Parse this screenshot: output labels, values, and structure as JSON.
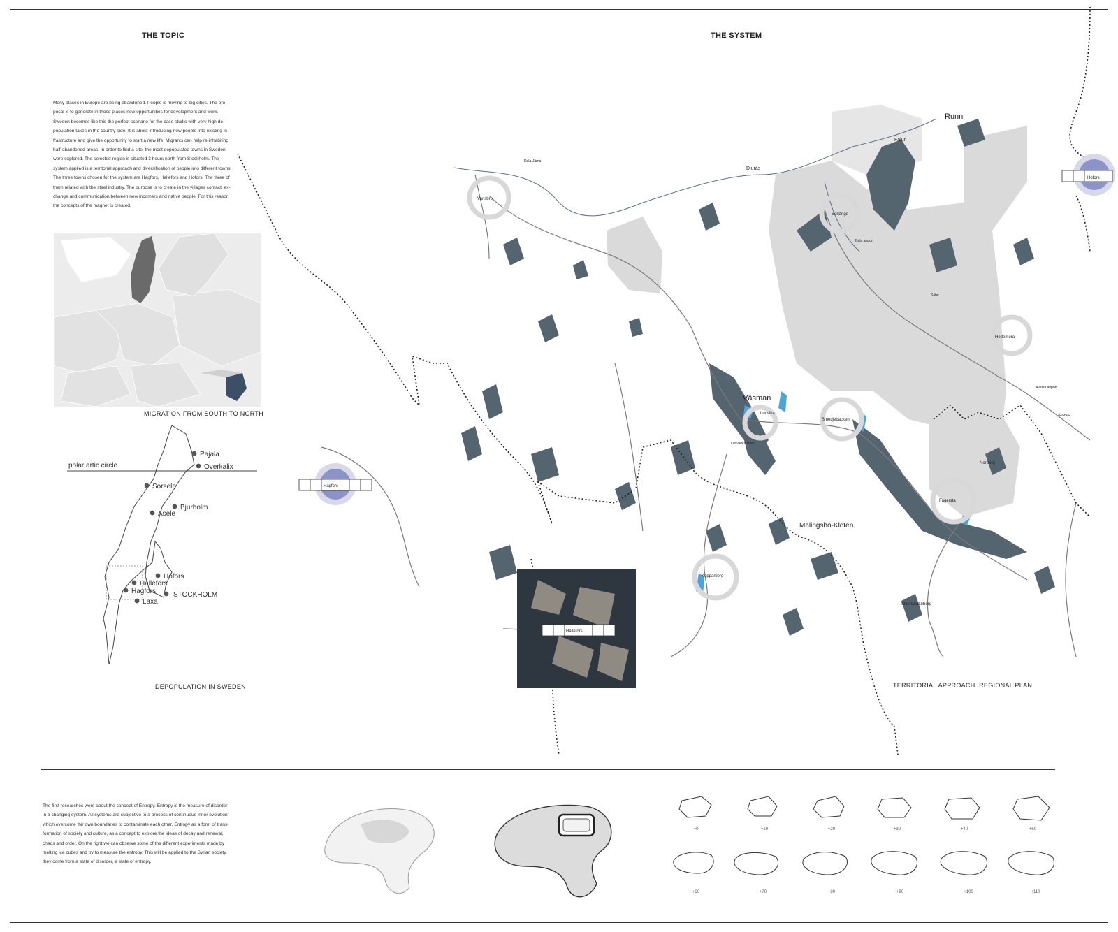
{
  "topic": {
    "heading": "THE TOPIC",
    "lines": [
      "Many places in Europe are being abandoned. People is moving to big cities. The pro-",
      "posal is to generate in those places new opportunities for development and work.",
      "Sweden becomes like this the perfect scenario for the case studio with very high de-",
      "population taxes in the country side. It is about introducing new people into existing in-",
      "frastructure and give the opportunity to start a new life. Migrants can help re-inhabiting",
      "half-abandoned areas. In order to find a site, the most depopulated towns in Sweden",
      "were explored. The selected region is situated 3 hours north from Stockholm. The",
      "system applied is a territorial approach and diversification of people into different towns.",
      "The three towns chosen for the system are Hagfors, Hallefors and Hofors. The three of",
      "them related with the steel industry. The purpose is to create in the villages contact, ex-",
      "change and communication between new incomers and native people. For this reason",
      "the concepts of the magnet is created."
    ],
    "migration_caption": "MIGRATION FROM SOUTH TO NORTH",
    "depopulation_caption": "DEPOPULATION IN SWEDEN",
    "polar_label": "polar artic circle",
    "sweden_towns": [
      "Pajala",
      "Overkalix",
      "Sorsele",
      "Bjurholm",
      "Asele",
      "Hofors",
      "Hallefors",
      "Hagfors",
      "STOCKHOLM",
      "Laxa"
    ]
  },
  "system": {
    "heading": "THE SYSTEM",
    "caption": "TERRITORIAL APPROACH. REGIONAL PLAN",
    "town_labels": {
      "runn": "Runn",
      "falun": "Falun",
      "djurås": "Djurås",
      "dala_jarna": "Dala-Järna",
      "vansbro": "Vansbro",
      "borlange": "Borlänge",
      "dala_airport": "Dala airport",
      "sater": "Säter",
      "hedemora": "Hedemora",
      "vasman": "Väsman",
      "ludvika": "Ludvika",
      "smedjebacken": "Smedjebacken",
      "avesta_airport": "Avesta airport",
      "avesta": "Avesta",
      "norberg": "Norberg",
      "ludvika_station": "Ludvika station",
      "fagersta": "Fagersta",
      "malingsbo": "Malingsbo-Kloten",
      "kopparberg": "Kopparberg",
      "skinnskatteberg": "Skinnskatteberg"
    },
    "magnets": {
      "hofors": "Hofors",
      "hagfors": "Hagfors",
      "hallefors": "Hällefors"
    }
  },
  "entropy": {
    "lines": [
      "The first researches were about the concept of Entropy. Entropy is the measure of disorder",
      "in a changing system. All systems are subjective to a process of continuous inner evolution",
      "which overcome thir own boundaries to contaminate each other. Entropy as a form of trans-",
      "formation of society and culture, as a concept to explore the ideas of decay and renewal,",
      "chaos and order. On the right we can observe some of the different experiments made by",
      "melting ice cubes and try to measure the entropy. This will be applied to the Syrian society,",
      "they come from a state of disorder, a state of entropy."
    ],
    "stages": [
      "+0",
      "+10",
      "+20",
      "+30",
      "+40",
      "+50",
      "+60",
      "+70",
      "+80",
      "+90",
      "+100",
      "+110"
    ]
  },
  "colors": {
    "lake": "#556570",
    "forest": "#d6d6d6",
    "magnet": "#8c93c8",
    "water_accent": "#4aa6d8",
    "border": "#222222"
  }
}
